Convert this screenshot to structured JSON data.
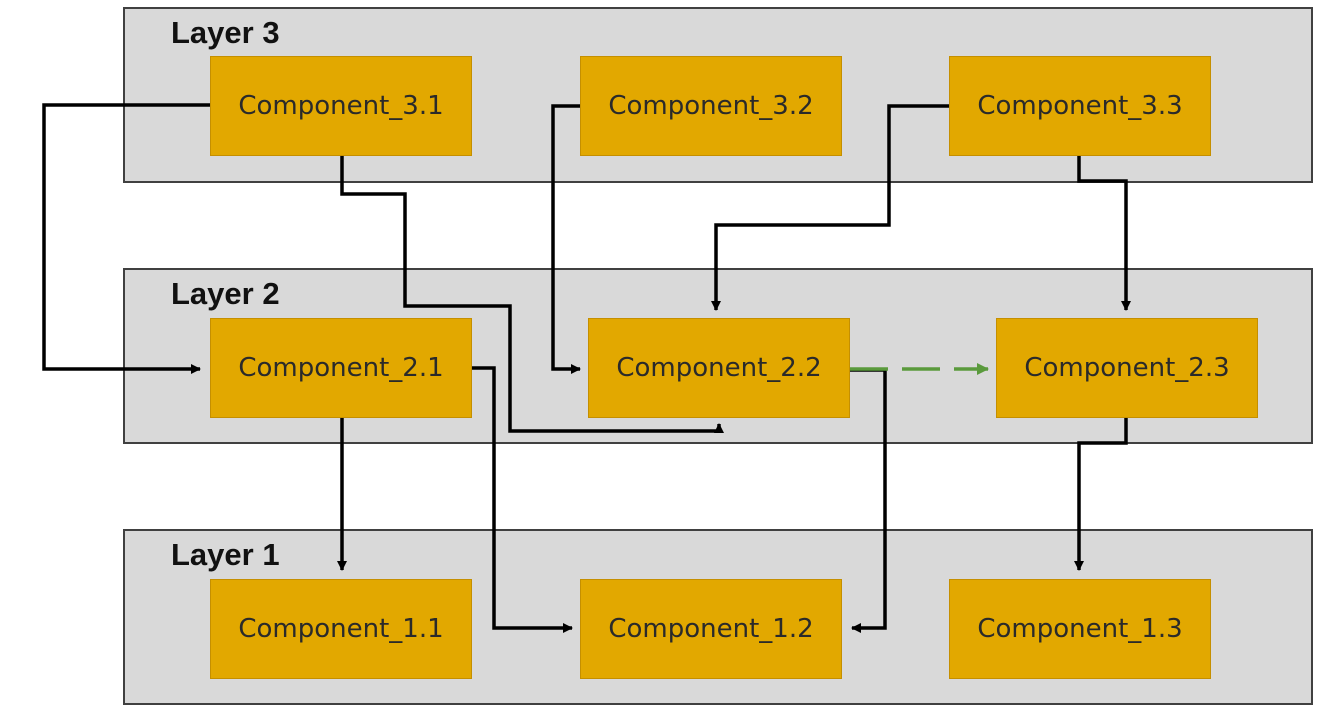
{
  "layers": [
    {
      "title": "Layer 3"
    },
    {
      "title": "Layer 2"
    },
    {
      "title": "Layer 1"
    }
  ],
  "components": {
    "c31": "Component_3.1",
    "c32": "Component_3.2",
    "c33": "Component_3.3",
    "c21": "Component_2.1",
    "c22": "Component_2.2",
    "c23": "Component_2.3",
    "c11": "Component_1.1",
    "c12": "Component_1.2",
    "c13": "Component_1.3"
  },
  "colors": {
    "layer_fill": "#d9d9d9",
    "component_fill": "#e2a800",
    "arrow": "#000000",
    "dashed_arrow": "#5a9a3c"
  },
  "connections": [
    {
      "from": "Component_3.1",
      "to": "Component_2.1",
      "style": "solid"
    },
    {
      "from": "Component_3.1",
      "to": "Component_2.2",
      "style": "solid"
    },
    {
      "from": "Component_3.2",
      "to": "Component_2.2",
      "style": "solid"
    },
    {
      "from": "Component_3.3",
      "to": "Component_2.2",
      "style": "solid"
    },
    {
      "from": "Component_3.3",
      "to": "Component_2.3",
      "style": "solid"
    },
    {
      "from": "Component_2.1",
      "to": "Component_1.1",
      "style": "solid"
    },
    {
      "from": "Component_2.1",
      "to": "Component_1.2",
      "style": "solid"
    },
    {
      "from": "Component_2.2",
      "to": "Component_1.2",
      "style": "solid"
    },
    {
      "from": "Component_2.2",
      "to": "Component_2.3",
      "style": "dashed"
    },
    {
      "from": "Component_2.3",
      "to": "Component_1.3",
      "style": "solid"
    }
  ]
}
